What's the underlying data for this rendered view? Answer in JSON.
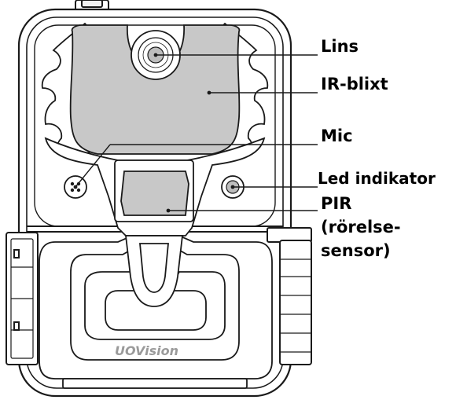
{
  "colors": {
    "outline": "#1a1a1a",
    "body_fill": "#ffffff",
    "shaded_area": "#c8c8c8",
    "lens_fill": "#bdbdbd",
    "brand_text": "#9a9a9a"
  },
  "device": {
    "brand": "UOVision"
  },
  "labels": {
    "lens": "Lins",
    "ir_flash": "IR-blixt",
    "mic": "Mic",
    "led": "Led indikator",
    "pir_line1": "PIR",
    "pir_line2": "(rörelse-",
    "pir_line3": "sensor)"
  }
}
